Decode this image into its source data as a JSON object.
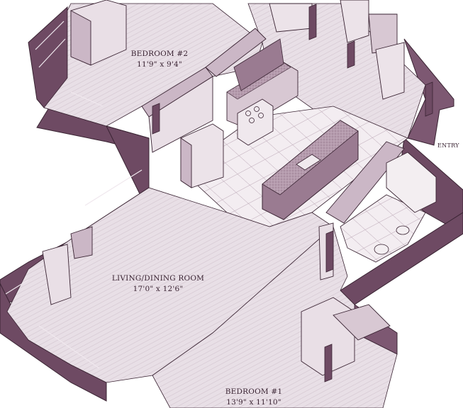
{
  "rooms": {
    "bedroom2": {
      "name": "BEDROOM #2",
      "size": "11'9\" x 9'4\""
    },
    "living": {
      "name": "LIVING/DINING ROOM",
      "size": "17'0\" x 12'6\""
    },
    "bedroom1": {
      "name": "BEDROOM #1",
      "size": "13'9\" x 11'10\""
    }
  },
  "entry": {
    "label": "ENTRY"
  },
  "colors": {
    "wall_dark": "#6e4a63",
    "wall_mid": "#a98aa0",
    "floor": "#e6dce3",
    "line": "#3a2433",
    "countertop": "#b79fb0",
    "tile": "#f2ecf0"
  }
}
